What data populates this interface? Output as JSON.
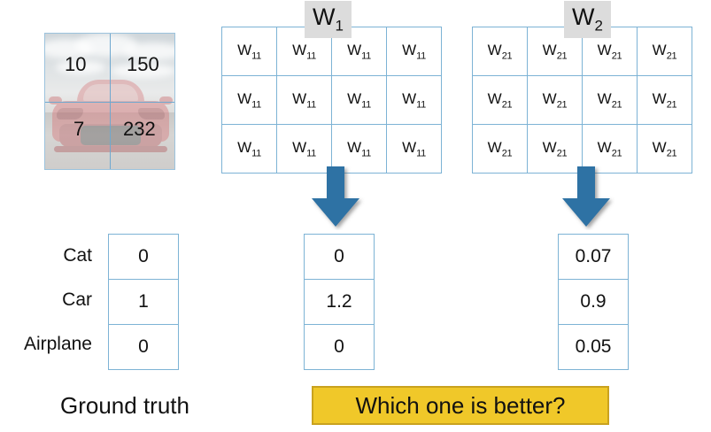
{
  "input_image": {
    "name": "car-image-with-grid",
    "alt": "red sports car front view",
    "grid_values": {
      "top_left": "10",
      "top_right": "150",
      "bottom_left": "7",
      "bottom_right": "232"
    }
  },
  "matrices": [
    {
      "id": "w1",
      "label": "W",
      "label_sub": "1",
      "rows": 3,
      "cols": 4,
      "cell_base": "W",
      "cell_sub": "11",
      "cells": [
        [
          "W",
          "W",
          "W",
          "W"
        ],
        [
          "W",
          "W",
          "W",
          "W"
        ],
        [
          "W",
          "W",
          "W",
          "W"
        ]
      ]
    },
    {
      "id": "w2",
      "label": "W",
      "label_sub": "2",
      "rows": 3,
      "cols": 4,
      "cell_base": "W",
      "cell_sub": "21",
      "cells": [
        [
          "W",
          "W",
          "W",
          "W"
        ],
        [
          "W",
          "W",
          "W",
          "W"
        ],
        [
          "W",
          "W",
          "W",
          "W"
        ]
      ]
    }
  ],
  "arrows": [
    {
      "name": "arrow-down-w1",
      "direction": "down",
      "color": "#2E72A4"
    },
    {
      "name": "arrow-down-w2",
      "direction": "down",
      "color": "#2E72A4"
    }
  ],
  "classes": [
    "Cat",
    "Car",
    "Airplane"
  ],
  "vectors": {
    "ground_truth": {
      "caption": "Ground truth",
      "values": [
        "0",
        "1",
        "0"
      ]
    },
    "prediction_w1": {
      "values": [
        "0",
        "1.2",
        "0"
      ]
    },
    "prediction_w2": {
      "values": [
        "0.07",
        "0.9",
        "0.05"
      ]
    }
  },
  "banner": {
    "text": "Which one is better?",
    "background": "#F0C829",
    "border": "#C9A21F"
  },
  "colors": {
    "table_border": "#7DB3D5",
    "arrow_blue": "#2E72A4",
    "label_gray": "#DCDCDC",
    "banner_yellow": "#F0C829"
  }
}
